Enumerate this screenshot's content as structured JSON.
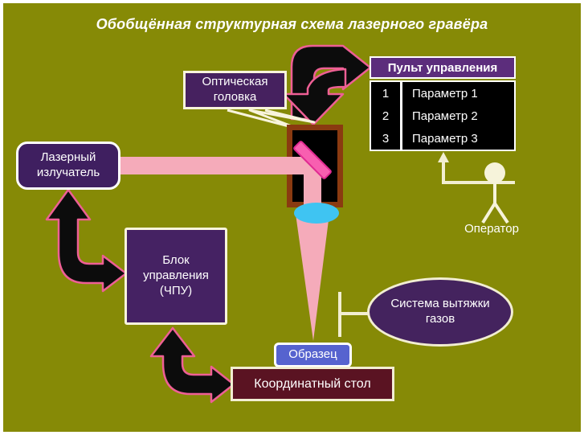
{
  "title": "Обобщённая структурная схема лазерного гравёра",
  "blocks": {
    "laser_emitter": "Лазерный излучатель",
    "optical_head": "Оптическая головка",
    "control_unit": "Блок управления (ЧПУ)",
    "sample": "Образец",
    "coordinate_table": "Координатный стол",
    "exhaust_system": "Система вытяжки газов",
    "operator": "Оператор"
  },
  "control_panel": {
    "title": "Пульт управления",
    "rows": [
      {
        "num": "1",
        "label": "Параметр 1"
      },
      {
        "num": "2",
        "label": "Параметр 2"
      },
      {
        "num": "3",
        "label": "Параметр 3"
      }
    ]
  },
  "colors": {
    "background": "#868a06",
    "frame": "#ffffff",
    "purple_block": "#452263",
    "panel_header": "#5c2d7c",
    "panel_body": "#000000",
    "sample_blue": "#5663cf",
    "table_maroon": "#5a1322",
    "beam_pink": "#f5abba",
    "mirror_pink": "#f85fb0",
    "lens_cyan": "#3fc4f2",
    "head_border_brown": "#8a3a10",
    "arrow_fill": "#0c0c0c",
    "arrow_outline": "#ee5f95",
    "cream_line": "#f2eed2"
  }
}
